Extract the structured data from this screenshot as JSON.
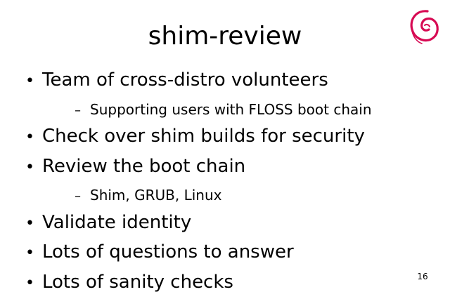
{
  "slide": {
    "title": "shim-review",
    "items": [
      {
        "level": 1,
        "text": "Team of cross-distro volunteers"
      },
      {
        "level": 2,
        "text": "Supporting users with FLOSS boot chain"
      },
      {
        "level": 1,
        "text": "Check over shim builds for security"
      },
      {
        "level": 1,
        "text": "Review the boot chain"
      },
      {
        "level": 2,
        "text": "Shim, GRUB, Linux"
      },
      {
        "level": 1,
        "text": "Validate identity"
      },
      {
        "level": 1,
        "text": "Lots of questions to answer"
      },
      {
        "level": 1,
        "text": "Lots of sanity checks"
      }
    ],
    "level1_marker": "•",
    "level2_marker": "–",
    "page_number": "16"
  },
  "colors": {
    "background": "#ffffff",
    "text": "#000000",
    "logo": "#d70a53"
  },
  "icons": {
    "logo": "debian-swirl-logo"
  }
}
